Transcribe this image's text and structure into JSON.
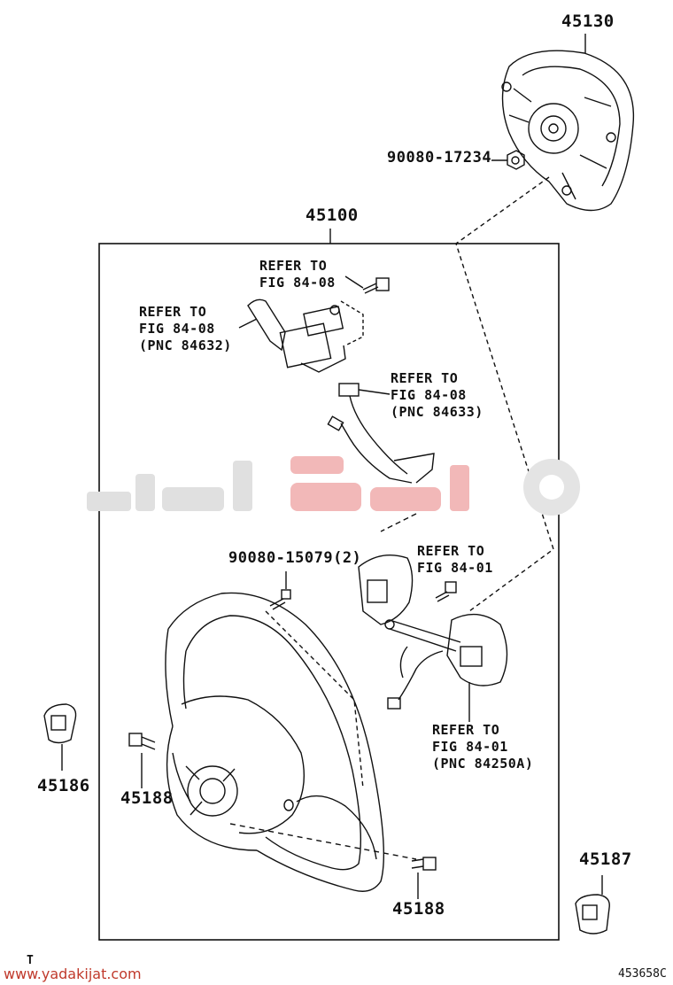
{
  "parts": {
    "p45130": "45130",
    "p90080_17234": "90080-17234",
    "p45100": "45100",
    "p90080_15079": "90080-15079(2)",
    "p45186": "45186",
    "p45188a": "45188",
    "p45188b": "45188",
    "p45187": "45187"
  },
  "refs": {
    "ref1": "REFER TO\nFIG 84-08",
    "ref2": "REFER TO\nFIG 84-08\n(PNC 84632)",
    "ref3": "REFER TO\nFIG 84-08\n(PNC 84633)",
    "ref4": "REFER TO\nFIG 84-01",
    "ref5": "REFER TO\nFIG 84-01\n(PNC 84250A)"
  },
  "footer": {
    "corner_mark": "T",
    "diagram_code": "453658C",
    "website": "www.yadakijat.com"
  },
  "colors": {
    "line": "#111111",
    "watermark_red": "#e8a0a0",
    "watermark_gray": "#d8d8d8",
    "website": "#c0392b"
  }
}
